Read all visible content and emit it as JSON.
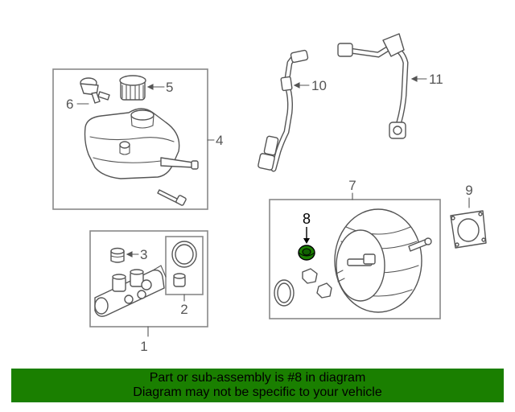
{
  "callouts": {
    "c1": "1",
    "c2": "2",
    "c3": "3",
    "c4": "4",
    "c5": "5",
    "c6": "6",
    "c7": "7",
    "c8": "8",
    "c9": "9",
    "c10": "10",
    "c11": "11"
  },
  "highlight_color": "#1a7f00",
  "banner": {
    "line1": "Part or sub-assembly is #8 in diagram",
    "line2": "Diagram may not be specific to your vehicle"
  }
}
